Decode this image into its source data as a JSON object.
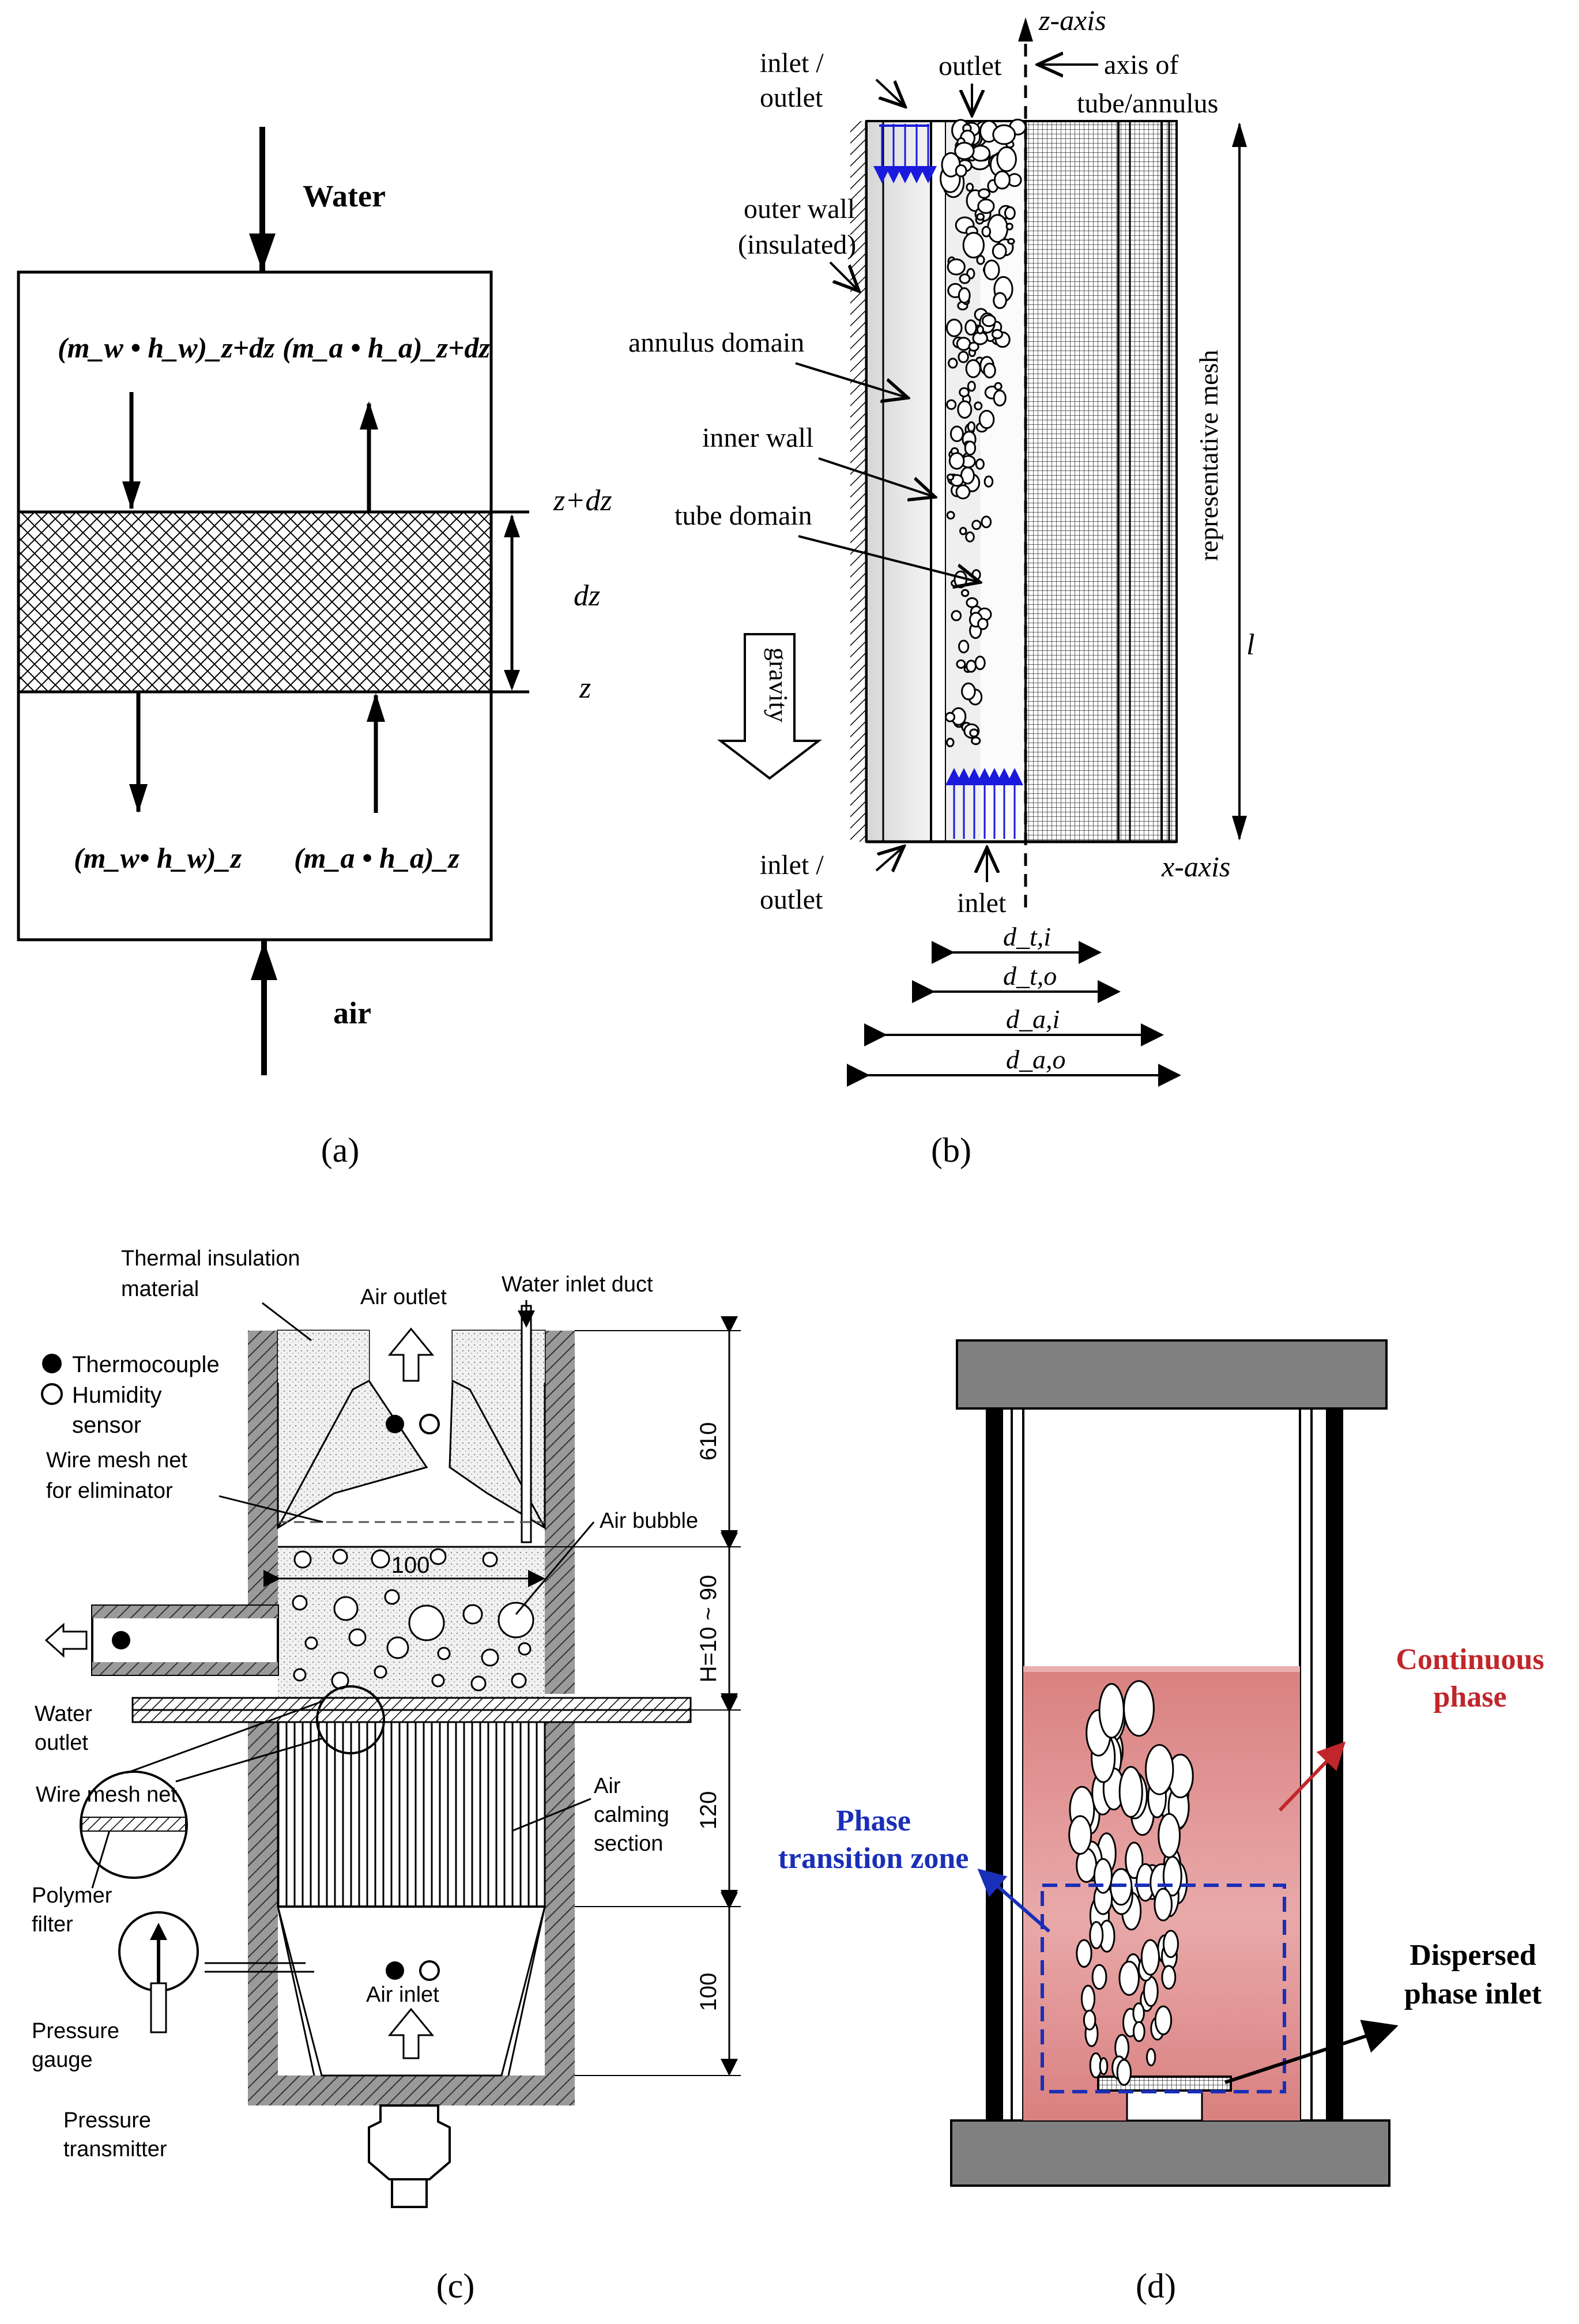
{
  "panel_a": {
    "caption": "(a)",
    "water": "Water",
    "air": "air",
    "top_left_flux": "(m_w • h_w)_z+dz",
    "top_right_flux": "(m_a • h_a)_z+dz",
    "bottom_left_flux": "(m_w• h_w)_z",
    "bottom_right_flux": "(m_a • h_a)_z",
    "z_top": "z+dz",
    "dz": "dz",
    "z": "z"
  },
  "panel_b": {
    "caption": "(b)",
    "z_axis": "z-axis",
    "outlet": "outlet",
    "axis_of_tube": "axis of",
    "axis_of_tube2": "tube/annulus",
    "inlet_outlet_top1": "inlet /",
    "inlet_outlet_top2": "outlet",
    "outer_wall1": "outer wall",
    "outer_wall2": "(insulated)",
    "annulus_domain": "annulus domain",
    "inner_wall": "inner wall",
    "tube_domain": "tube domain",
    "gravity": "gravity",
    "representative_mesh": "representative mesh",
    "l": "l",
    "inlet_outlet_bottom1": "inlet /",
    "inlet_outlet_bottom2": "outlet",
    "inlet": "inlet",
    "x_axis": "x-axis",
    "d_ti": "d_t,i",
    "d_to": "d_t,o",
    "d_ai": "d_a,i",
    "d_ao": "d_a,o"
  },
  "panel_c": {
    "caption": "(c)",
    "thermal_insulation1": "Thermal insulation",
    "thermal_insulation2": "material",
    "air_outlet": "Air outlet",
    "water_inlet_duct": "Water inlet duct",
    "thermocouple": "Thermocouple",
    "humidity1": "Humidity",
    "humidity2": "sensor",
    "wire_mesh_elim1": "Wire mesh net",
    "wire_mesh_elim2": "for eliminator",
    "air_bubble": "Air bubble",
    "dim_100_width": "100",
    "h_label": "H=10 ~ 90",
    "dim_610": "610",
    "dim_120": "120",
    "dim_100": "100",
    "water_outlet1": "Water",
    "water_outlet2": "outlet",
    "wire_mesh_net": "Wire mesh net",
    "air_calming1": "Air",
    "air_calming2": "calming",
    "air_calming3": "section",
    "polymer1": "Polymer",
    "polymer2": "filter",
    "pressure_gauge1": "Pressure",
    "pressure_gauge2": "gauge",
    "air_inlet": "Air inlet",
    "pressure_transmitter1": "Pressure",
    "pressure_transmitter2": "transmitter"
  },
  "panel_d": {
    "caption": "(d)",
    "continuous1": "Continuous",
    "continuous2": "phase",
    "phase_transition1": "Phase",
    "phase_transition2": "transition zone",
    "dispersed1": "Dispersed",
    "dispersed2": "phase inlet"
  },
  "colors": {
    "ink": "#000000",
    "blue_flow": "#1a1adc",
    "pink_fluid": "#d98080",
    "pink_light": "#f2c5c5",
    "red_label": "#c0262b",
    "blue_label": "#1a2fb8",
    "dash_blue": "#1a2fb8",
    "gray_plate": "#808080"
  }
}
